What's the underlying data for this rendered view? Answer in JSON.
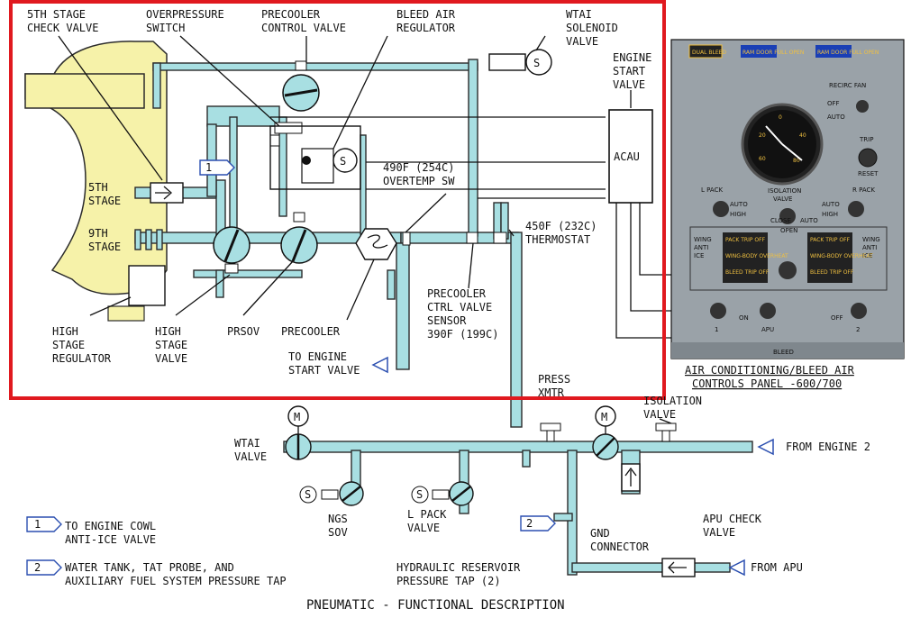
{
  "title": "PNEUMATIC - FUNCTIONAL DESCRIPTION",
  "labels": {
    "check_valve": [
      "5TH STAGE",
      "CHECK VALVE"
    ],
    "overpressure": [
      "OVERPRESSURE",
      "SWITCH"
    ],
    "precooler_cv": [
      "PRECOOLER",
      "CONTROL VALVE"
    ],
    "bleed_reg": [
      "BLEED AIR",
      "REGULATOR"
    ],
    "wtai_sol": [
      "WTAI",
      "SOLENOID",
      "VALVE"
    ],
    "engine_start": [
      "ENGINE",
      "START",
      "VALVE"
    ],
    "acau": "ACAU",
    "stage5": [
      "5TH",
      "STAGE"
    ],
    "stage9": [
      "9TH",
      "STAGE"
    ],
    "overtemp": [
      "490F (254C)",
      "OVERTEMP SW"
    ],
    "thermostat": [
      "450F (232C)",
      "THERMOSTAT"
    ],
    "hs_reg": [
      "HIGH",
      "STAGE",
      "REGULATOR"
    ],
    "hs_valve": [
      "HIGH",
      "STAGE",
      "VALVE"
    ],
    "prsov": "PRSOV",
    "precooler": "PRECOOLER",
    "pcv_sensor": [
      "PRECOOLER",
      "CTRL VALVE",
      "SENSOR",
      "390F (199C)"
    ],
    "to_engine_start": [
      "TO ENGINE",
      "START VALVE"
    ],
    "press_xmtr": [
      "PRESS",
      "XMTR"
    ],
    "isolation": [
      "ISOLATION",
      "VALVE"
    ],
    "from_engine2": "FROM ENGINE 2",
    "wtai_valve": [
      "WTAI",
      "VALVE"
    ],
    "ngs_sov": [
      "NGS",
      "SOV"
    ],
    "l_pack_valve": [
      "L PACK",
      "VALVE"
    ],
    "gnd_conn": [
      "GND",
      "CONNECTOR"
    ],
    "apu_check": [
      "APU CHECK",
      "VALVE"
    ],
    "from_apu": "FROM APU",
    "hyd_res": [
      "HYDRAULIC RESERVOIR",
      "PRESSURE TAP (2)"
    ],
    "panel_caption": [
      "AIR CONDITIONING/BLEED AIR",
      "CONTROLS PANEL -600/700"
    ],
    "motor": "M",
    "solenoid": "S"
  },
  "notes": [
    {
      "num": "1",
      "lines": [
        "TO ENGINE COWL",
        "ANTI-ICE VALVE"
      ]
    },
    {
      "num": "2",
      "lines": [
        "WATER TANK, TAT PROBE, AND",
        "AUXILIARY FUEL SYSTEM PRESSURE TAP"
      ]
    }
  ],
  "panel": {
    "top_lights": [
      "DUAL BLEED",
      "RAM DOOR FULL OPEN",
      "RAM DOOR FULL OPEN"
    ],
    "recirc_fan": "RECIRC FAN",
    "off": "OFF",
    "auto": "AUTO",
    "trip_reset": [
      "TRIP",
      "RESET"
    ],
    "l_pack": "L PACK",
    "r_pack": "R PACK",
    "isolation_valve": [
      "ISOLATION",
      "VALVE"
    ],
    "high": "HIGH",
    "close": "CLOSE",
    "open": "OPEN",
    "wing_anti_ice": [
      "WING",
      "ANTI",
      "ICE"
    ],
    "annunciators_left": [
      "PACK TRIP OFF",
      "WING-BODY OVERHEAT",
      "BLEED TRIP OFF"
    ],
    "annunciators_right": [
      "PACK TRIP OFF",
      "WING-BODY OVERHEAT",
      "BLEED TRIP OFF"
    ],
    "on": "ON",
    "apu": "APU",
    "one": "1",
    "two": "2",
    "bleed": "BLEED",
    "gauge_nums": [
      "0",
      "20",
      "40",
      "60",
      "80"
    ]
  },
  "colors": {
    "pipe": "#a8dfe2",
    "panel": "#9aa2a8",
    "highlight_box": "#e0191f",
    "note_box": "#2b4fb0",
    "annunciator": "#f0c040"
  }
}
